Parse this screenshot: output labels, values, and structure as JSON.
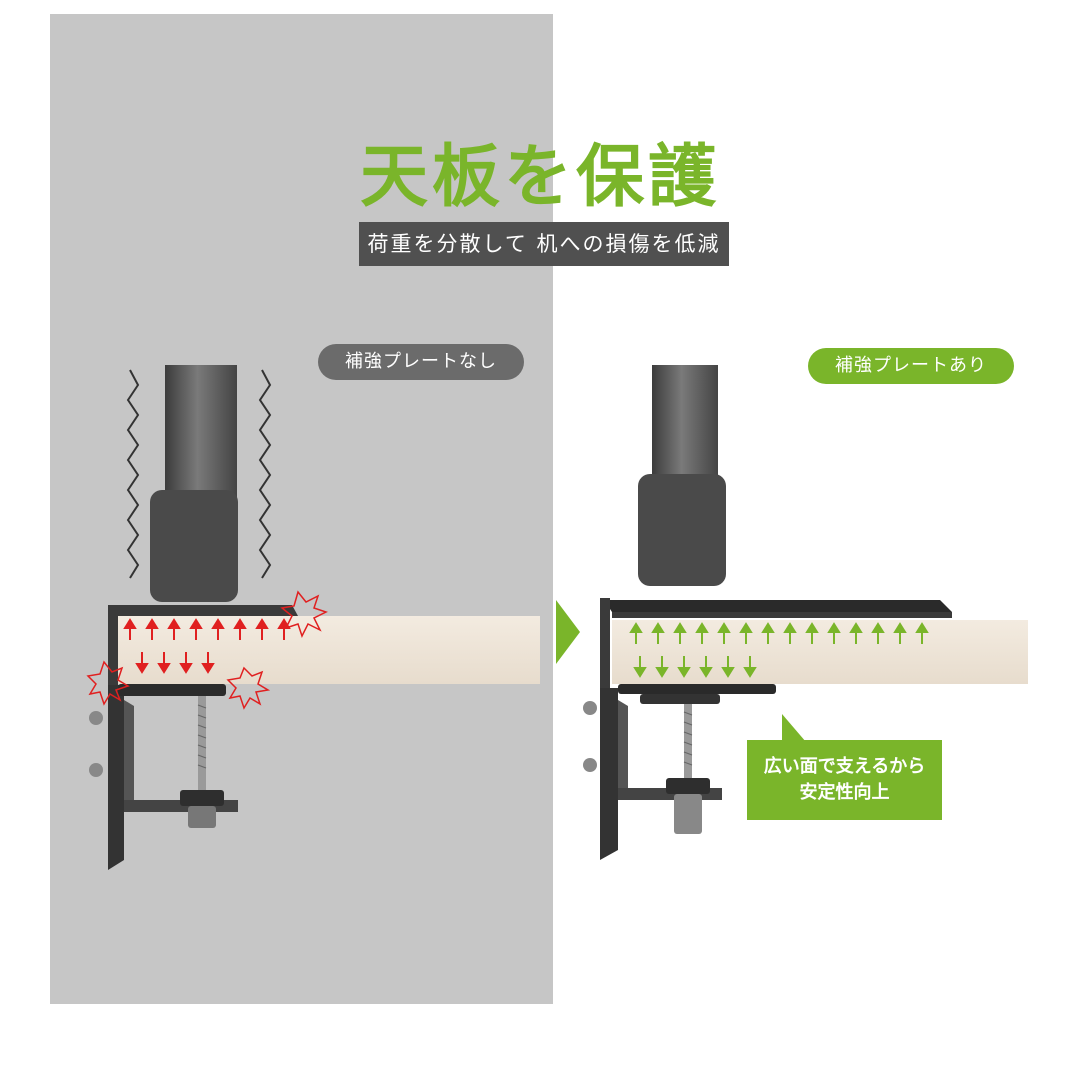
{
  "title": "天板を保護",
  "subtitle": "荷重を分散して 机への損傷を低減",
  "left_panel": {
    "label": "補強プレートなし"
  },
  "right_panel": {
    "label": "補強プレートあり"
  },
  "callout": {
    "line1": "広い面で支えるから",
    "line2": "安定性向上"
  },
  "colors": {
    "accent": "#7ab52a",
    "warning": "#e02020",
    "panel_gray": "#c6c6c6",
    "desk": "#efe6d9"
  },
  "icons": [
    "arrow-up-icon",
    "arrow-down-icon",
    "stress-burst-icon",
    "vibration-zigzag-icon",
    "chevron-right-icon"
  ]
}
